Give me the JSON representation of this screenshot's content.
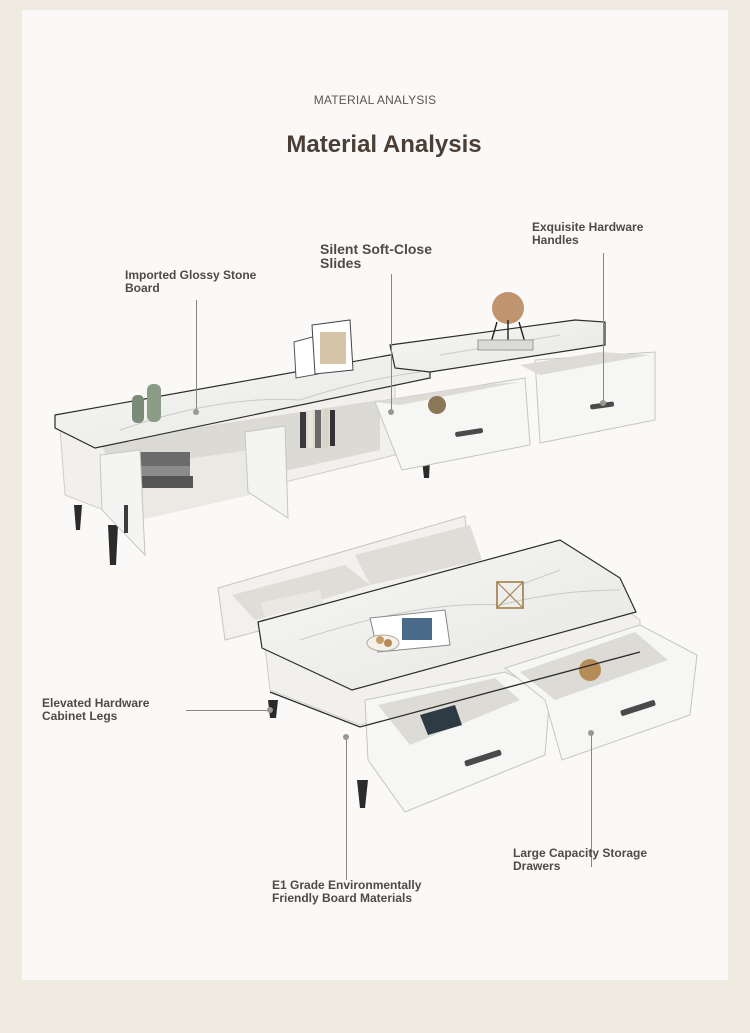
{
  "header": {
    "subtitle": "MATERIAL ANALYSIS",
    "title": "Material Analysis"
  },
  "labels": {
    "stone_board": "Imported Glossy Stone Board",
    "soft_close": "Silent Soft-Close Slides",
    "hardware_handles": "Exquisite Hardware Handles",
    "cabinet_legs": "Elevated Hardware Cabinet Legs",
    "e1_board": "E1 Grade Environmentally Friendly Board Materials",
    "storage_drawers": "Large Capacity Storage Drawers"
  },
  "colors": {
    "background": "#efebe1",
    "panel": "#faf9f7",
    "title": "#4a3f36",
    "furniture_white": "#f3f2ef",
    "trim_black": "#2b2b2b"
  }
}
